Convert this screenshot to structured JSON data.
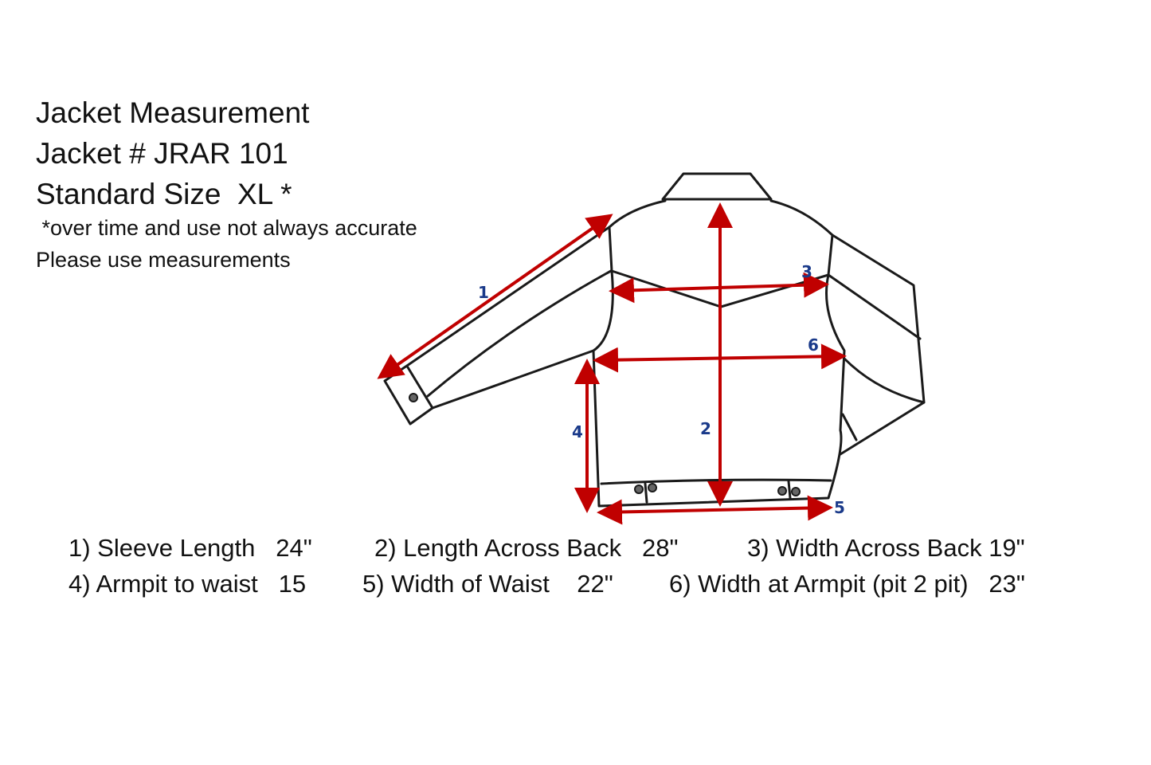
{
  "header": {
    "title": "Jacket Measurement",
    "jacket_number": "Jacket # JRAR 101",
    "size": "Standard Size  XL *",
    "note_1": " *over time and use not always accurate",
    "note_2": "Please use measurements"
  },
  "diagram": {
    "labels": [
      "1",
      "2",
      "3",
      "4",
      "5",
      "6"
    ],
    "arrow_color": "#c00000",
    "label_color": "#1a3a8a"
  },
  "measurements": [
    {
      "text": "1) Sleeve Length   24\""
    },
    {
      "text": "2) Length Across Back   28\""
    },
    {
      "text": "3) Width Across Back 19\""
    },
    {
      "text": "4) Armpit to waist   15"
    },
    {
      "text": "5) Width of Waist    22\""
    },
    {
      "text": "6) Width at Armpit (pit 2 pit)   23\""
    }
  ]
}
